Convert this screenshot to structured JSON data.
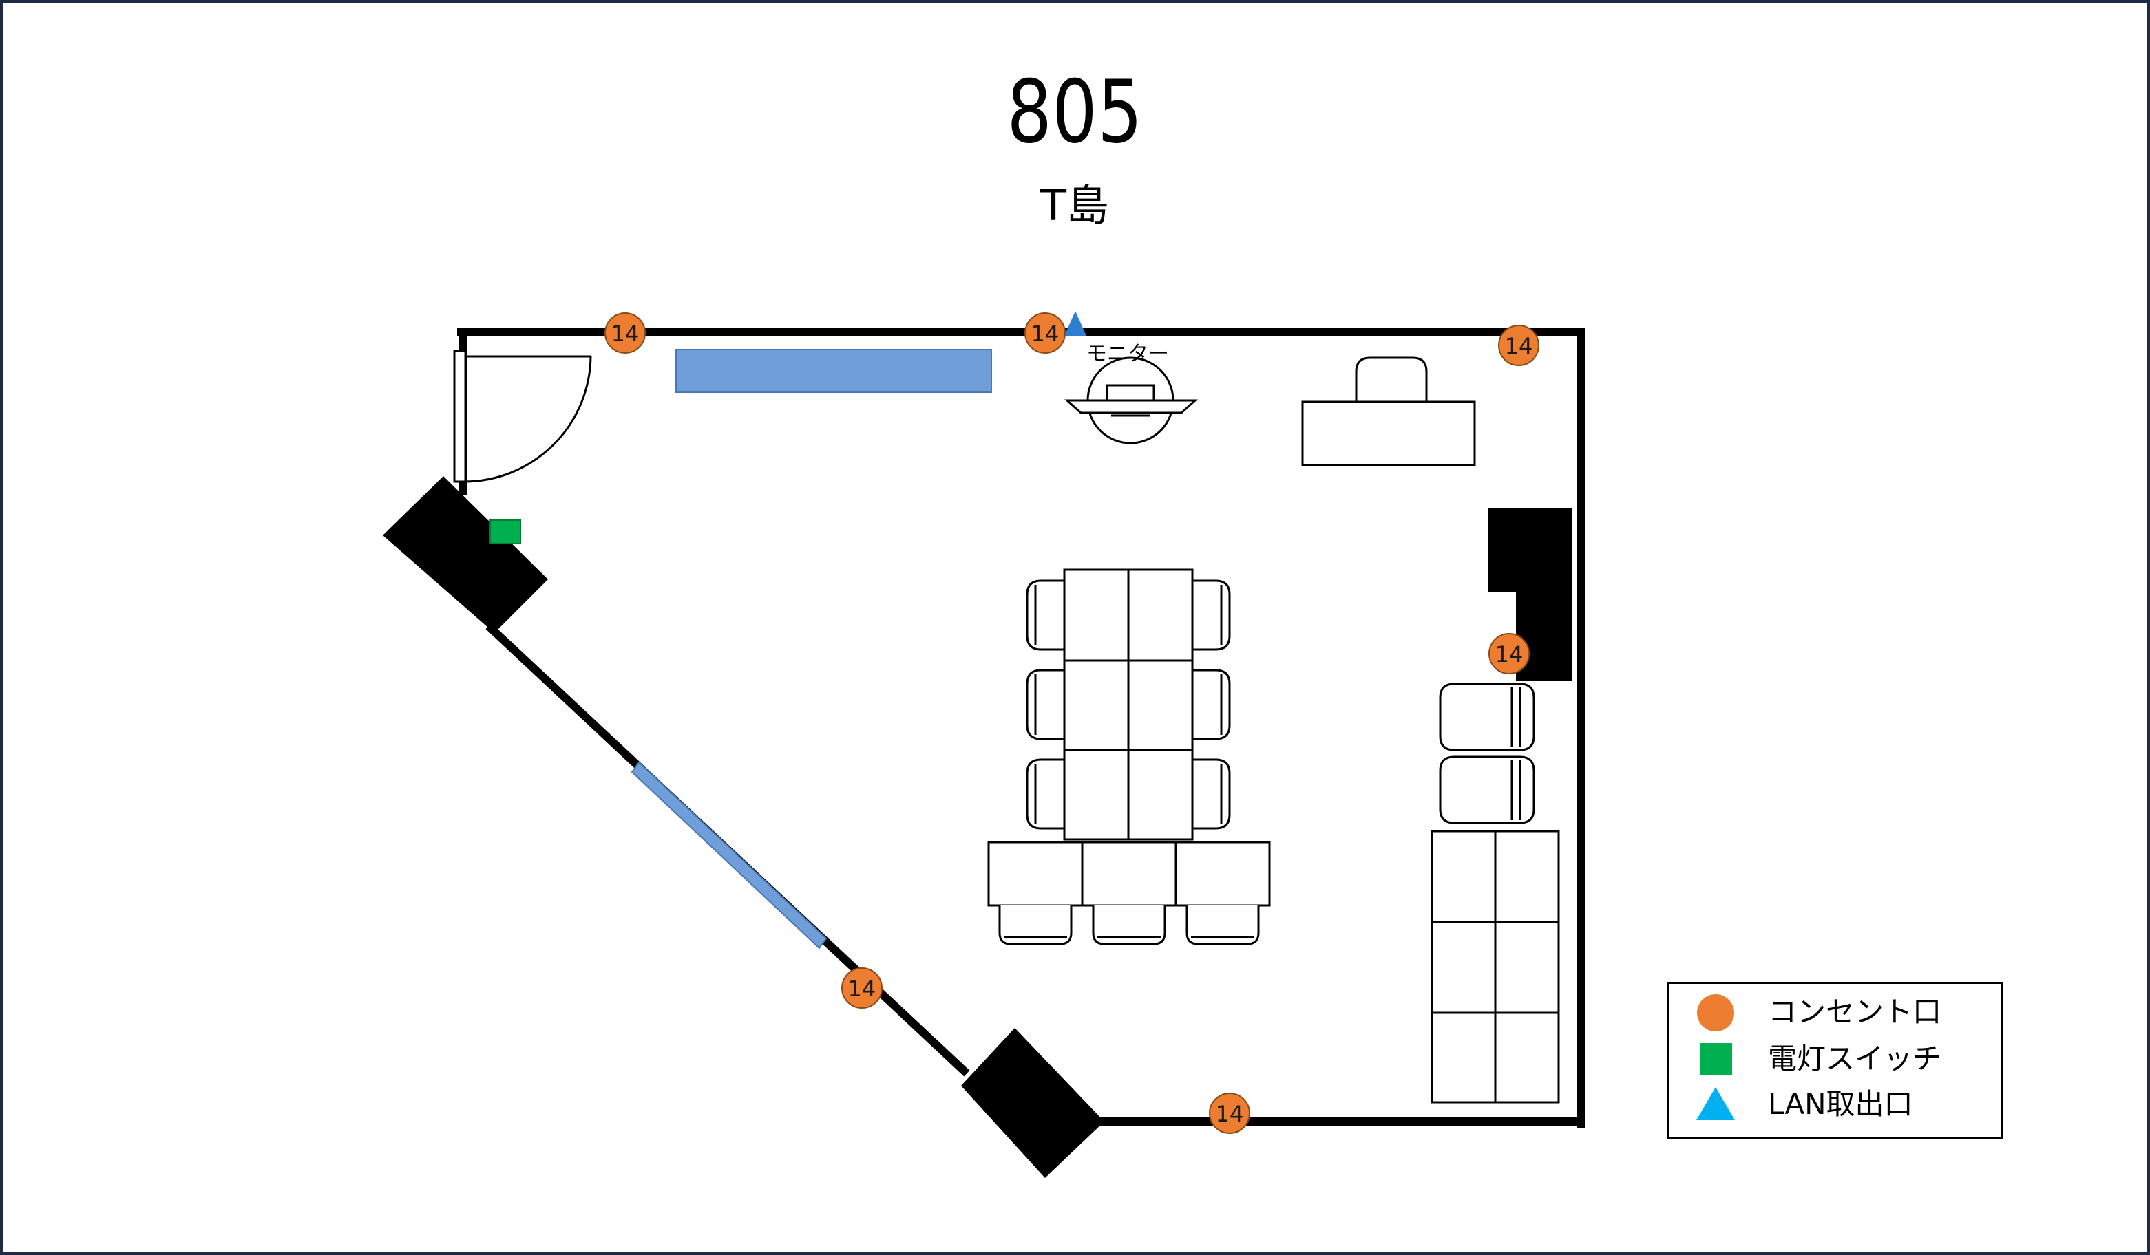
{
  "plan": {
    "room_number": "805",
    "area_name": "T島",
    "monitor_label": "モニター",
    "outlet_label": "14"
  },
  "legend": {
    "items": [
      {
        "label": "コンセント口",
        "icon": "orange-circle-icon",
        "color": "#ed7d31"
      },
      {
        "label": "電灯スイッチ",
        "icon": "green-square-icon",
        "color": "#00b050"
      },
      {
        "label": "LAN取出口",
        "icon": "blue-triangle-icon",
        "color": "#00b0f0"
      }
    ]
  },
  "colors": {
    "frame": "#1f2a44",
    "wall": "#000000",
    "window": "#6f9ed8",
    "outlet": "#ed7d31",
    "switch": "#00b050",
    "lan": "#00b0f0"
  }
}
